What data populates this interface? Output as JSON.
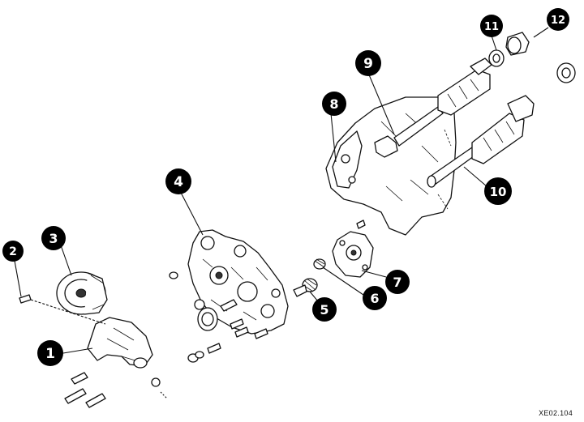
{
  "diagram": {
    "callouts": [
      {
        "id": "callout-1",
        "label": "1"
      },
      {
        "id": "callout-2",
        "label": "2"
      },
      {
        "id": "callout-3",
        "label": "3"
      },
      {
        "id": "callout-4",
        "label": "4"
      },
      {
        "id": "callout-5",
        "label": "5"
      },
      {
        "id": "callout-6",
        "label": "6"
      },
      {
        "id": "callout-7",
        "label": "7"
      },
      {
        "id": "callout-8",
        "label": "8"
      },
      {
        "id": "callout-9",
        "label": "9"
      },
      {
        "id": "callout-10",
        "label": "10"
      },
      {
        "id": "callout-11",
        "label": "11"
      },
      {
        "id": "callout-12",
        "label": "12"
      }
    ],
    "reference_code": "XE02.104"
  },
  "colors": {
    "background": "#ffffff",
    "ink": "#111111",
    "callout_fill": "#000000",
    "callout_text": "#ffffff"
  }
}
